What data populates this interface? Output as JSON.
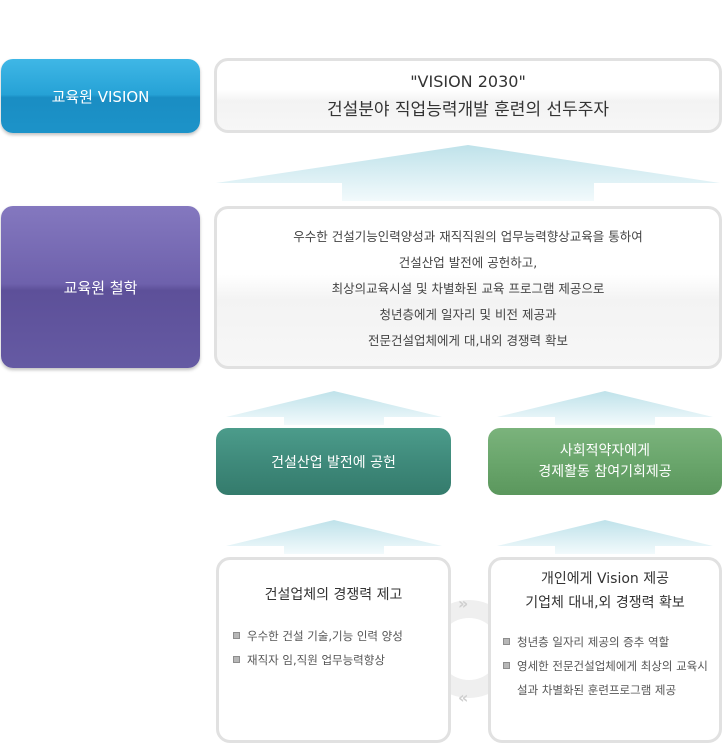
{
  "vision": {
    "label": "교육원 VISION",
    "line1": "\"VISION 2030\"",
    "line2": "건설분야 직업능력개발 훈련의 선두주자"
  },
  "philosophy": {
    "label": "교육원 철학",
    "lines": [
      "우수한 건설기능인력양성과 재직직원의 업무능력향상교육을 통하여",
      "건설산업 발전에 공헌하고,",
      "최상의교육시설 및 차별화된 교육 프로그램 제공으로",
      "청년층에게 일자리 및 비전 제공과",
      "전문건설업체에게 대,내외 경쟁력 확보"
    ]
  },
  "goals": {
    "left": "건설산업 발전에 공헌",
    "right_line1": "사회적약자에게",
    "right_line2": "경제활동 참여기회제공"
  },
  "cards": {
    "left": {
      "title": "건설업체의 경쟁력 제고",
      "bullets": [
        "우수한 건설 기술,기능 인력 양성",
        "재직자 임,직원 업무능력향상"
      ]
    },
    "right": {
      "title_line1": "개인에게 Vision 제공",
      "title_line2": "기업체 대내,외 경쟁력 확보",
      "bullets": [
        "청년층 일자리 제공의 증추 역할",
        "영세한 전문건설업체에게 최상의 교육시설과 차별화된 훈련프로그램 제공"
      ]
    }
  },
  "colors": {
    "vision_blue": "#26a2d6",
    "philosophy_purple": "#6e61ac",
    "goal_teal": "#3f8a7b",
    "goal_green": "#6aa66c",
    "arrow_tint": "#d4ecf1"
  },
  "icons": {
    "arrows": "up-arrow-icon",
    "cycle": "cycle-ring-icon",
    "bullet": "square-bullet-icon"
  }
}
